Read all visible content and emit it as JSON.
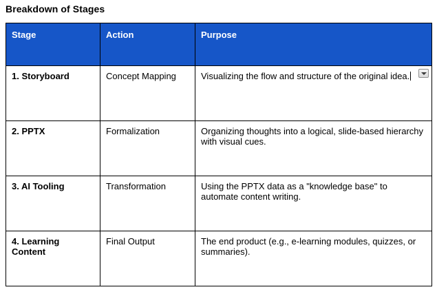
{
  "document": {
    "title": "Breakdown of Stages"
  },
  "colors": {
    "header_background": "#1656c8",
    "header_text": "#ffffff",
    "table_border": "#000000",
    "body_text": "#000000"
  },
  "icons": {
    "dropdown_arrow": "caret-down-icon"
  },
  "table": {
    "columns": [
      {
        "label": "Stage"
      },
      {
        "label": "Action"
      },
      {
        "label": "Purpose"
      }
    ],
    "rows": [
      {
        "stage": "1. Storyboard",
        "action": "Concept Mapping",
        "purpose": "Visualizing the flow and structure of the original idea.",
        "has_text_caret": true,
        "has_dropdown_button": true
      },
      {
        "stage": "2. PPTX",
        "action": "Formalization",
        "purpose": "Organizing thoughts into a logical, slide-based hierarchy with visual cues."
      },
      {
        "stage": "3. AI Tooling",
        "action": "Transformation",
        "purpose": "Using the PPTX data as a \"knowledge base\" to automate content writing."
      },
      {
        "stage": "4. Learning Content",
        "action": "Final Output",
        "purpose": "The end product (e.g., e-learning modules, quizzes, or summaries)."
      }
    ]
  }
}
